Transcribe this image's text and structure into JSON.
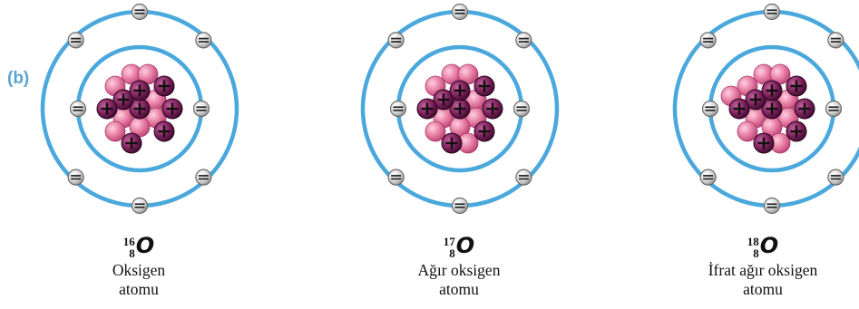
{
  "part_label": "(b)",
  "atoms": [
    {
      "mass": "16",
      "atomic": "8",
      "symbol": "O",
      "name": "Oksigen",
      "word": "atomu",
      "protons": 8,
      "neutrons": 8,
      "electrons": 8
    },
    {
      "mass": "17",
      "atomic": "8",
      "symbol": "O",
      "name": "Ağır oksigen",
      "word": "atomu",
      "protons": 8,
      "neutrons": 9,
      "electrons": 8
    },
    {
      "mass": "18",
      "atomic": "8",
      "symbol": "O",
      "name": "İfrat ağır oksigen",
      "word": "atomu",
      "protons": 8,
      "neutrons": 10,
      "electrons": 8
    }
  ],
  "colors": {
    "orbit": "#4aa8dc",
    "neutron": "#e77ca2",
    "proton": "#7a1f59",
    "electron": "#8e8e8e",
    "label": "#5ba3cf"
  }
}
